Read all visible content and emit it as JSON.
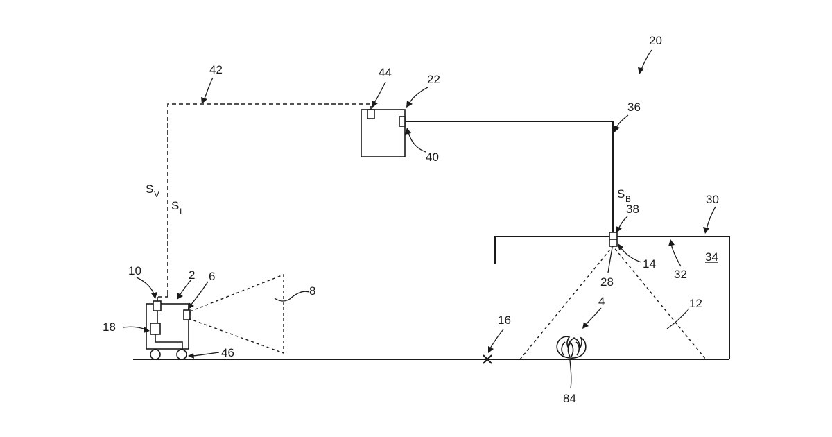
{
  "labels": {
    "system": "20",
    "robot": "2",
    "fire": "4",
    "robot_camera": "6",
    "robot_view_field": "8",
    "robot_transceiver": "10",
    "fixed_view_field": "12",
    "fixed_detector": "14",
    "target_position": "16",
    "robot_controller": "18",
    "central_unit": "22",
    "detector_housing": "28",
    "enclosure": "30",
    "ceiling": "32",
    "room": "34",
    "wired_line": "36",
    "detector_port": "38",
    "central_port": "40",
    "wireless_link": "42",
    "central_antenna": "44",
    "wheels": "46",
    "flame_symbol": "84"
  },
  "signals": {
    "sv_main": "S",
    "sv_sub": "V",
    "si_main": "S",
    "si_sub": "I",
    "sb_main": "S",
    "sb_sub": "B"
  }
}
